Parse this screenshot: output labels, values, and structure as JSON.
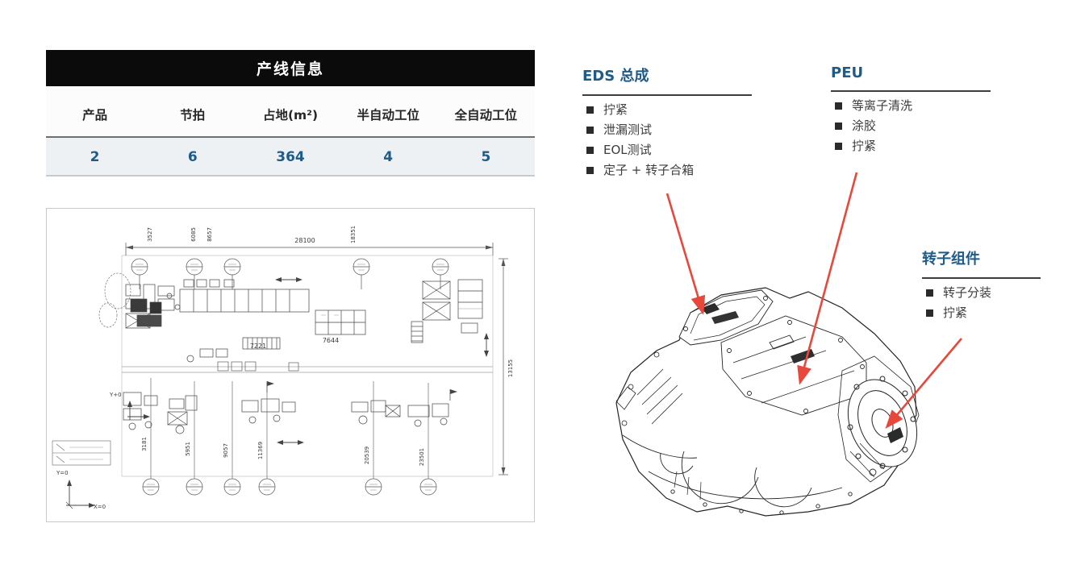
{
  "colors": {
    "accent_blue": "#1F5B88",
    "arrow_red": "#E8483B",
    "header_black": "#0B0B0B",
    "underline_dark": "#3D3D3D"
  },
  "table": {
    "title": "产线信息",
    "columns": [
      "产品",
      "节拍",
      "占地(m²)",
      "半自动工位",
      "全自动工位"
    ],
    "values": [
      "2",
      "6",
      "364",
      "4",
      "5"
    ]
  },
  "layout_plan": {
    "dim_top": "28100",
    "dims_top_rotated": [
      "3527",
      "6085",
      "8657",
      "18351"
    ],
    "dim_right": "13155",
    "dims_mid": [
      "7644",
      "7221"
    ],
    "dims_bottom_rotated": [
      "3181",
      "5951",
      "9057",
      "11369",
      "20539",
      "23501"
    ],
    "axis_labels": {
      "y0": "Y=0",
      "x0": "X=0",
      "y_plus": "Y+0"
    }
  },
  "annotations": {
    "eds": {
      "title": "EDS 总成",
      "items": [
        "拧紧",
        "泄漏测试",
        "EOL测试",
        "定子 + 转子合箱"
      ]
    },
    "peu": {
      "title": "PEU",
      "items": [
        "等离子清洗",
        "涂胶",
        "拧紧"
      ]
    },
    "rotor": {
      "title": "转子组件",
      "items": [
        "转子分装",
        "拧紧"
      ]
    }
  }
}
